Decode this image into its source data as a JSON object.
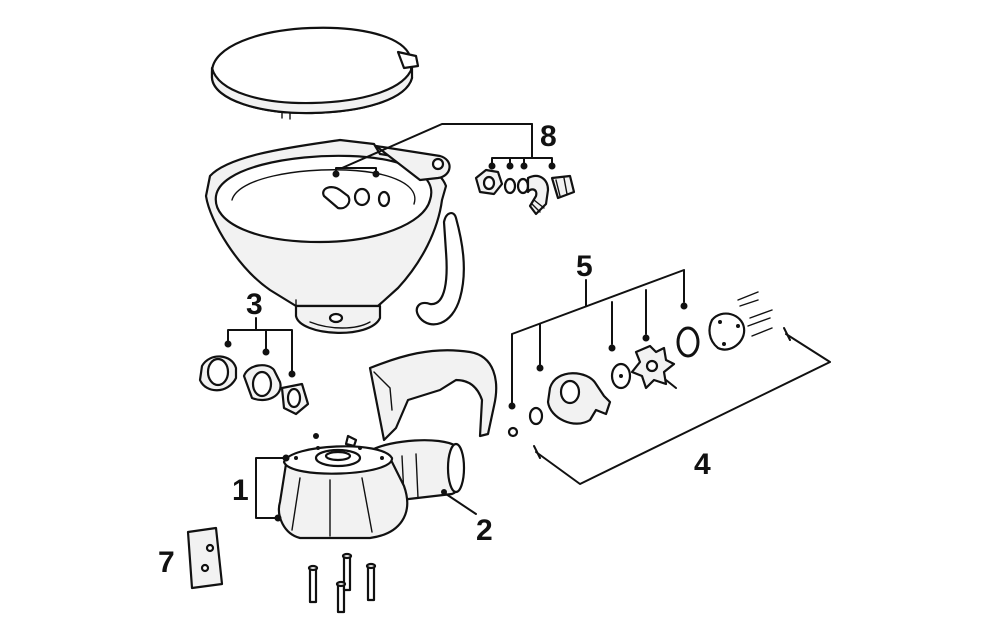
{
  "callouts": {
    "c1": "1",
    "c2": "2",
    "c3": "3",
    "c4": "4",
    "c5": "5",
    "c7": "7",
    "c8": "8"
  },
  "colors": {
    "ink": "#111111",
    "part_fill": "#f2f2f2",
    "background": "#ffffff"
  }
}
